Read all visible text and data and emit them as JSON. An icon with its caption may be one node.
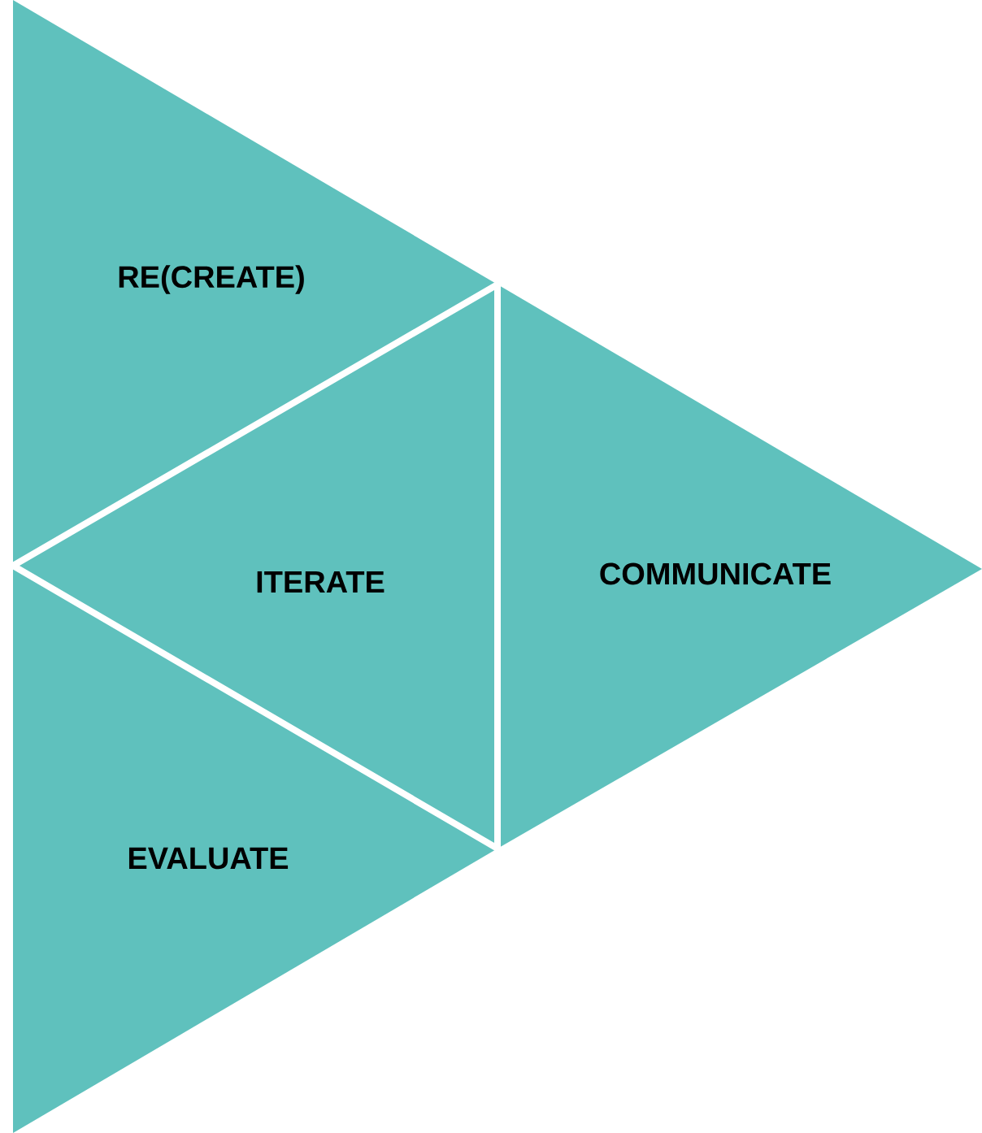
{
  "diagram": {
    "nodes": [
      {
        "text": [
          "RE(CREATE)"
        ]
      },
      {
        "text": [
          "ITERATE"
        ]
      },
      {
        "text": [
          "COMMUNICATE"
        ]
      },
      {
        "text": [
          "EVALUATE"
        ]
      }
    ]
  }
}
